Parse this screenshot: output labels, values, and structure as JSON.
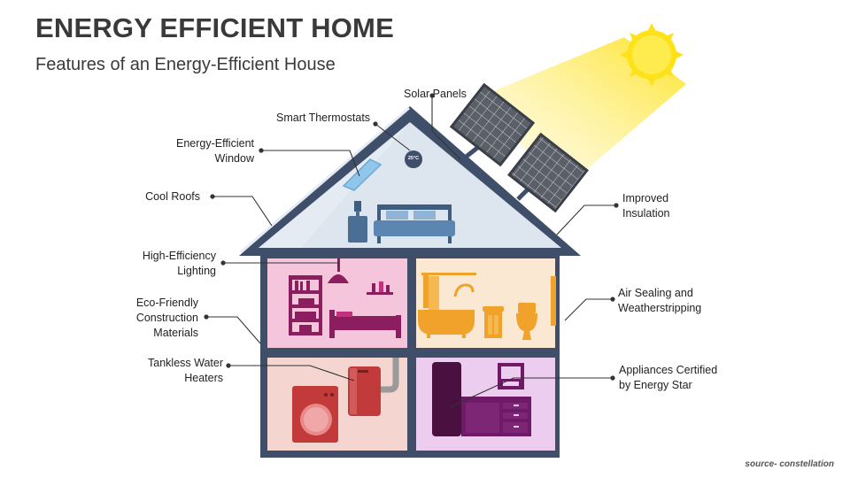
{
  "title": "ENERGY EFFICIENT HOME",
  "subtitle": "Features of an Energy-Efficient House",
  "labels": {
    "solar_panels": "Solar Panels",
    "smart_thermostats": "Smart Thermostats",
    "window_line1": "Energy-Efficient",
    "window_line2": "Window",
    "cool_roofs": "Cool Roofs",
    "lighting_line1": "High-Efficiency",
    "lighting_line2": "Lighting",
    "materials_line1": "Eco-Friendly",
    "materials_line2": "Construction",
    "materials_line3": "Materials",
    "heaters_line1": "Tankless Water",
    "heaters_line2": "Heaters",
    "insulation_line1": "Improved",
    "insulation_line2": "Insulation",
    "sealing_line1": "Air Sealing and",
    "sealing_line2": "Weatherstripping",
    "appliances_line1": "Appliances Certified",
    "appliances_line2": "by Energy Star"
  },
  "thermostat_reading": "25°C",
  "source": "source- constellation",
  "colors": {
    "house_frame": "#3f4f6a",
    "attic": "#dde5ee",
    "room_bedroom": "#f5c5dc",
    "room_bathroom": "#fbe8d2",
    "room_utility": "#f5d5d0",
    "room_kitchen": "#eccdf0",
    "sun": "#fde21a"
  }
}
